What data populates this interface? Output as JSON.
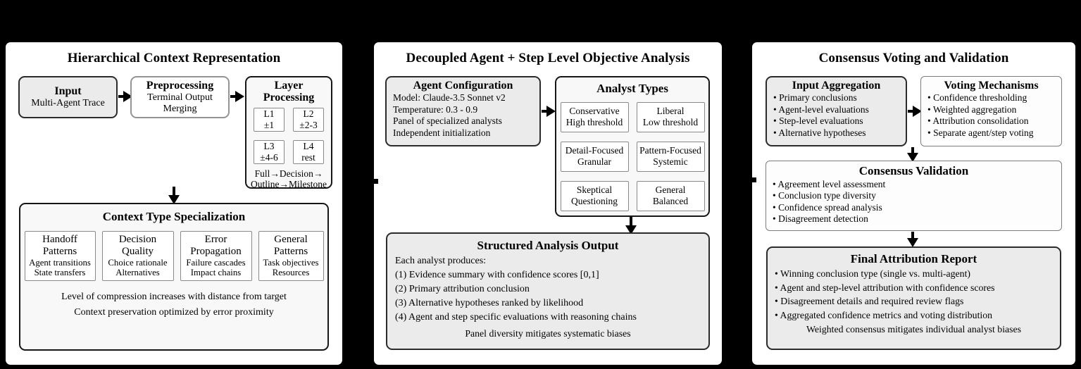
{
  "figure": {
    "background_color": "#000000",
    "panel_color": "#ffffff",
    "shaded_box_color": "#ebebeb",
    "light_box_color": "#f8f8f8",
    "arrow_color": "#000000"
  },
  "panels": [
    {
      "title": "Hierarchical Context Representation",
      "input_box": {
        "title": "Input",
        "body": "Multi-Agent Trace"
      },
      "preprocessing_box": {
        "title": "Preprocessing",
        "body": "Terminal Output Merging"
      },
      "layer_box": {
        "title": "Layer Processing",
        "cells": [
          {
            "name": "L1",
            "range": "±1"
          },
          {
            "name": "L2",
            "range": "±2-3"
          },
          {
            "name": "L3",
            "range": "±4-6"
          },
          {
            "name": "L4",
            "range": "rest"
          }
        ],
        "footer_line1": "Full→Decision→",
        "footer_line2": "Outline→Milestone"
      },
      "context_box": {
        "title": "Context Type Specialization",
        "types": [
          {
            "title": "Handoff Patterns",
            "lines": [
              "Agent transitions",
              "State transfers"
            ]
          },
          {
            "title": "Decision Quality",
            "lines": [
              "Choice rationale",
              "Alternatives"
            ]
          },
          {
            "title": "Error Propagation",
            "lines": [
              "Failure cascades",
              "Impact chains"
            ]
          },
          {
            "title": "General Patterns",
            "lines": [
              "Task objectives",
              "Resources"
            ]
          }
        ],
        "notes": [
          "Level of compression increases with distance from target",
          "Context preservation optimized by error proximity"
        ]
      }
    },
    {
      "title": "Decoupled Agent + Step Level Objective Analysis",
      "agent_config_box": {
        "title": "Agent Configuration",
        "lines": [
          "Model: Claude-3.5 Sonnet v2",
          "Temperature: 0.3 - 0.9",
          "Panel of specialized analysts",
          "Independent initialization"
        ]
      },
      "analyst_types_box": {
        "title": "Analyst Types",
        "cells": [
          {
            "line1": "Conservative",
            "line2": "High threshold"
          },
          {
            "line1": "Liberal",
            "line2": "Low threshold"
          },
          {
            "line1": "Detail-Focused",
            "line2": "Granular"
          },
          {
            "line1": "Pattern-Focused",
            "line2": "Systemic"
          },
          {
            "line1": "Skeptical",
            "line2": "Questioning"
          },
          {
            "line1": "General",
            "line2": "Balanced"
          }
        ]
      },
      "output_box": {
        "title": "Structured Analysis Output",
        "lines": [
          "Each analyst produces:",
          "(1) Evidence summary with confidence scores [0,1]",
          "(2) Primary attribution conclusion",
          "(3) Alternative hypotheses ranked by likelihood",
          "(4) Agent and step specific evaluations with reasoning chains"
        ],
        "footer": "Panel diversity mitigates systematic biases"
      }
    },
    {
      "title": "Consensus Voting and Validation",
      "input_aggregation_box": {
        "title": "Input Aggregation",
        "items": [
          "• Primary conclusions",
          "• Agent-level evaluations",
          "• Step-level evaluations",
          "• Alternative hypotheses"
        ]
      },
      "voting_box": {
        "title": "Voting Mechanisms",
        "items": [
          "• Confidence thresholding",
          "• Weighted aggregation",
          "• Attribution consolidation",
          "• Separate agent/step voting"
        ]
      },
      "consensus_box": {
        "title": "Consensus Validation",
        "items": [
          "• Agreement level assessment",
          "• Conclusion type diversity",
          "• Confidence spread analysis",
          "• Disagreement detection"
        ]
      },
      "final_box": {
        "title": "Final Attribution Report",
        "items": [
          "• Winning conclusion type (single vs. multi-agent)",
          "• Agent and step-level attribution with confidence scores",
          "• Disagreement details and required review flags",
          "• Aggregated confidence metrics and voting distribution"
        ],
        "footer": "Weighted consensus mitigates individual analyst biases"
      }
    }
  ]
}
